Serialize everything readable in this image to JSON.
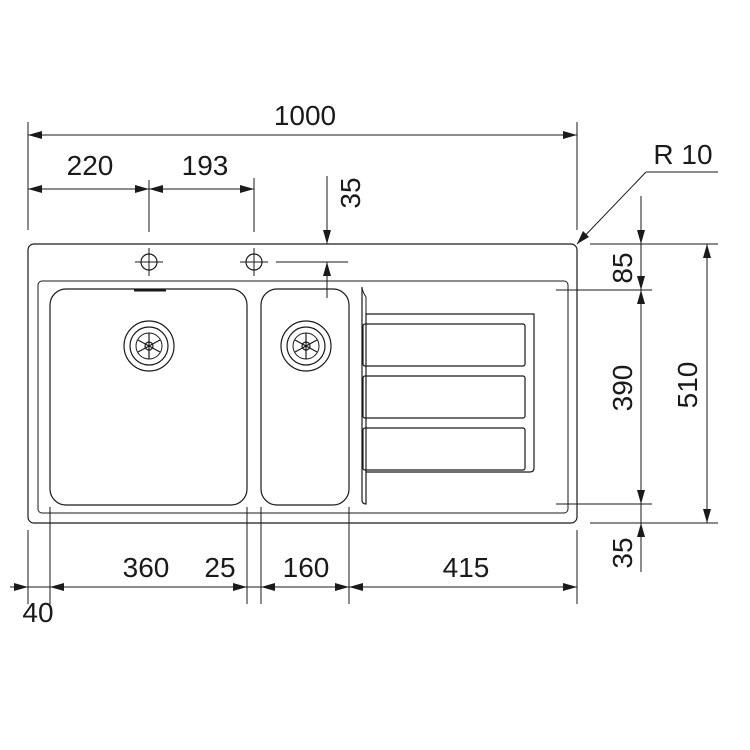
{
  "dimensions": {
    "overall_width": "1000",
    "tap_hole_1": "220",
    "tap_hole_2": "193",
    "top_offset": "35",
    "corner_radius": "R 10",
    "top_margin": "85",
    "bowl_depth": "390",
    "overall_depth": "510",
    "bottom_margin": "35",
    "left_margin": "40",
    "bowl_1_width": "360",
    "divider": "25",
    "bowl_2_width": "160",
    "drainer_width": "415"
  }
}
